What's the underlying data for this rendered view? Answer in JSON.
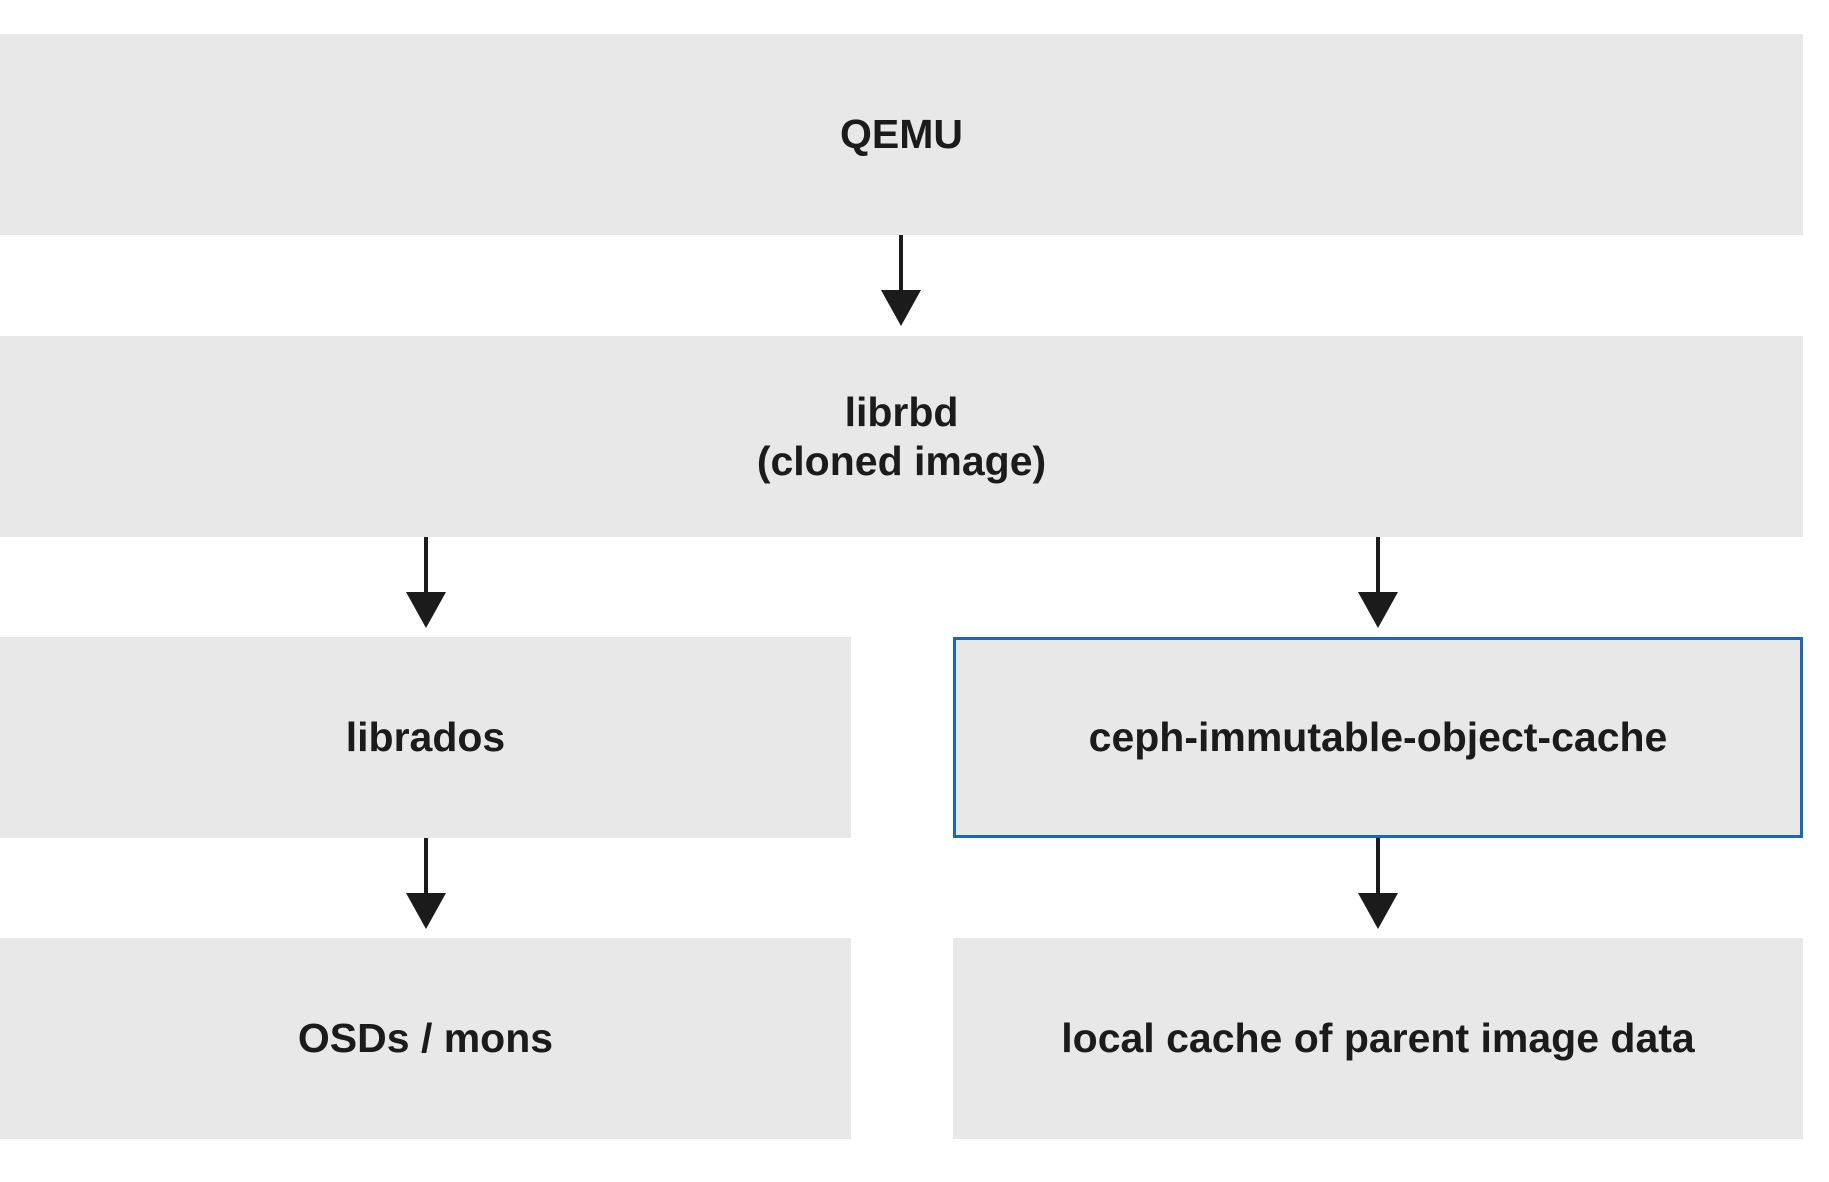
{
  "diagram": {
    "qemu": {
      "label": "QEMU"
    },
    "librbd": {
      "line1": "librbd",
      "line2": "(cloned image)"
    },
    "librados": {
      "label": "librados"
    },
    "cache": {
      "label": "ceph-immutable-object-cache"
    },
    "osds": {
      "label": "OSDs / mons"
    },
    "local_cache": {
      "label": "local cache of parent image data"
    }
  },
  "colors": {
    "box_fill": "#e8e8e8",
    "highlight_border": "#1a66c2",
    "arrow": "#1b1b1b",
    "text": "#1b1b1b"
  }
}
